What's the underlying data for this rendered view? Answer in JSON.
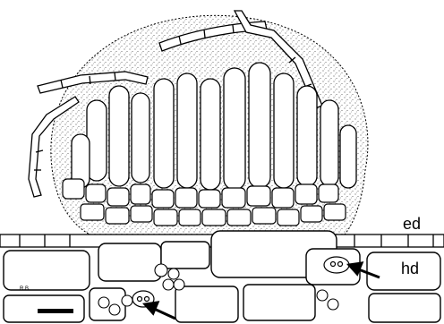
{
  "labels": {
    "epidermis": "ed",
    "hypodermis": "hd",
    "initials": "R.B."
  },
  "scale_bar": {
    "visible": true
  },
  "arrows": {
    "count": 2
  },
  "colors": {
    "ink": "#000000",
    "stipple": "#2a2a2a",
    "background": "#ffffff"
  }
}
